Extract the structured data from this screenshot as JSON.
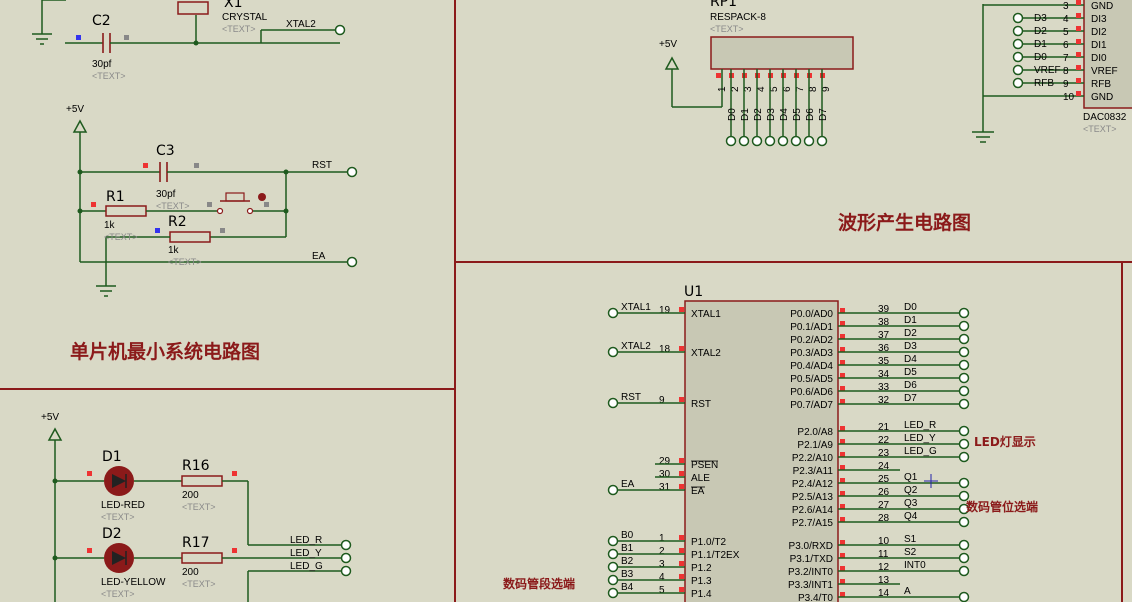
{
  "sections": {
    "min_system": "单片机最小系统电路图",
    "waveform": "波形产生电路图",
    "led_display": "LED灯显示",
    "digit_select": "数码管位选端",
    "segment_select": "数码管段选端"
  },
  "placeholder_text": "<TEXT>",
  "power_label": "+5V",
  "crystal": {
    "ref": "X1",
    "type": "CRYSTAL",
    "net": "XTAL2"
  },
  "capacitors": [
    {
      "ref": "C2",
      "value": "30pf"
    },
    {
      "ref": "C3",
      "value": "30pf"
    }
  ],
  "resistors": [
    {
      "ref": "R1",
      "value": "1k"
    },
    {
      "ref": "R2",
      "value": "1k"
    },
    {
      "ref": "R16",
      "value": "200"
    },
    {
      "ref": "R17",
      "value": "200"
    }
  ],
  "nets_min_system": [
    "RST",
    "EA"
  ],
  "leds": [
    {
      "ref": "D1",
      "type": "LED-RED"
    },
    {
      "ref": "D2",
      "type": "LED-YELLOW"
    }
  ],
  "led_nets": [
    "LED_R",
    "LED_Y",
    "LED_G"
  ],
  "respack": {
    "ref": "RP1",
    "type": "RESPACK-8",
    "pin_numbers": [
      "1",
      "2",
      "3",
      "4",
      "5",
      "6",
      "7",
      "8",
      "9"
    ],
    "labels": [
      "D0",
      "D1",
      "D2",
      "D3",
      "D4",
      "D5",
      "D6",
      "D7"
    ]
  },
  "dac": {
    "ref": "DAC0832",
    "rows": [
      {
        "net": "",
        "pin": "3",
        "name": "GND"
      },
      {
        "net": "D3",
        "pin": "4",
        "name": "DI3"
      },
      {
        "net": "D2",
        "pin": "5",
        "name": "DI2"
      },
      {
        "net": "D1",
        "pin": "6",
        "name": "DI1"
      },
      {
        "net": "D0",
        "pin": "7",
        "name": "DI0"
      },
      {
        "net": "VREF",
        "pin": "8",
        "name": "VREF"
      },
      {
        "net": "RFB",
        "pin": "9",
        "name": "RFB"
      },
      {
        "net": "",
        "pin": "10",
        "name": "GND"
      }
    ]
  },
  "mcu": {
    "ref": "U1",
    "left_pins": [
      {
        "net": "XTAL1",
        "pin": "19",
        "name": "XTAL1"
      },
      {
        "net": "XTAL2",
        "pin": "18",
        "name": "XTAL2"
      },
      {
        "net": "RST",
        "pin": "9",
        "name": "RST"
      },
      {
        "net": "",
        "pin": "29",
        "name": "PSEN"
      },
      {
        "net": "",
        "pin": "30",
        "name": "ALE"
      },
      {
        "net": "EA",
        "pin": "31",
        "name": "EA"
      },
      {
        "net": "B0",
        "pin": "1",
        "name": "P1.0/T2"
      },
      {
        "net": "B1",
        "pin": "2",
        "name": "P1.1/T2EX"
      },
      {
        "net": "B2",
        "pin": "3",
        "name": "P1.2"
      },
      {
        "net": "B3",
        "pin": "4",
        "name": "P1.3"
      },
      {
        "net": "B4",
        "pin": "5",
        "name": "P1.4"
      }
    ],
    "right_pins": [
      {
        "name": "P0.0/AD0",
        "pin": "39",
        "net": "D0"
      },
      {
        "name": "P0.1/AD1",
        "pin": "38",
        "net": "D1"
      },
      {
        "name": "P0.2/AD2",
        "pin": "37",
        "net": "D2"
      },
      {
        "name": "P0.3/AD3",
        "pin": "36",
        "net": "D3"
      },
      {
        "name": "P0.4/AD4",
        "pin": "35",
        "net": "D4"
      },
      {
        "name": "P0.5/AD5",
        "pin": "34",
        "net": "D5"
      },
      {
        "name": "P0.6/AD6",
        "pin": "33",
        "net": "D6"
      },
      {
        "name": "P0.7/AD7",
        "pin": "32",
        "net": "D7"
      },
      {
        "name": "P2.0/A8",
        "pin": "21",
        "net": "LED_R"
      },
      {
        "name": "P2.1/A9",
        "pin": "22",
        "net": "LED_Y"
      },
      {
        "name": "P2.2/A10",
        "pin": "23",
        "net": "LED_G"
      },
      {
        "name": "P2.3/A11",
        "pin": "24",
        "net": ""
      },
      {
        "name": "P2.4/A12",
        "pin": "25",
        "net": "Q1"
      },
      {
        "name": "P2.5/A13",
        "pin": "26",
        "net": "Q2"
      },
      {
        "name": "P2.6/A14",
        "pin": "27",
        "net": "Q3"
      },
      {
        "name": "P2.7/A15",
        "pin": "28",
        "net": "Q4"
      },
      {
        "name": "P3.0/RXD",
        "pin": "10",
        "net": "S1"
      },
      {
        "name": "P3.1/TXD",
        "pin": "11",
        "net": "S2"
      },
      {
        "name": "P3.2/INT0",
        "pin": "12",
        "net": "INT0"
      },
      {
        "name": "P3.3/INT1",
        "pin": "13",
        "net": ""
      },
      {
        "name": "P3.4/T0",
        "pin": "14",
        "net": "A"
      }
    ]
  }
}
